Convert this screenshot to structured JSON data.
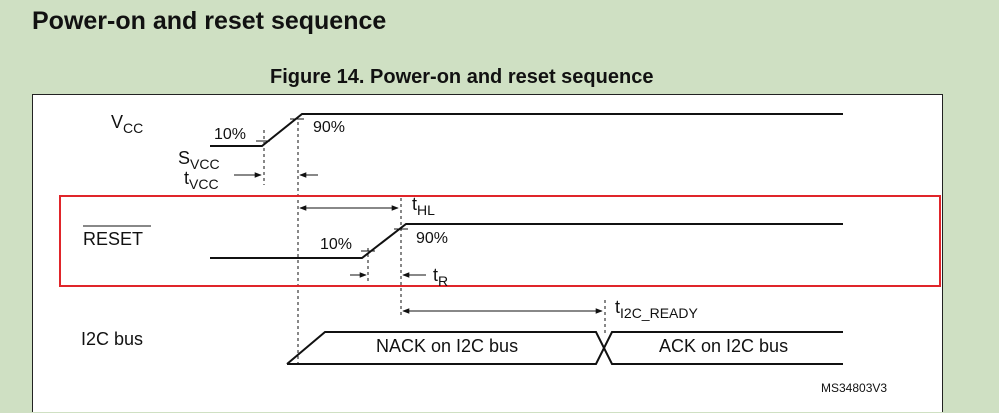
{
  "page": {
    "section_heading": "Power-on and reset sequence",
    "figure_caption": "Figure 14. Power-on and reset sequence"
  },
  "signals": {
    "vcc": {
      "base": "V",
      "sub": "CC",
      "low_pct": "10%",
      "high_pct": "90%"
    },
    "reset": {
      "label": "RESET",
      "low_pct": "10%",
      "high_pct": "90%"
    },
    "i2c": {
      "label": "I2C bus",
      "nack": "NACK on I2C bus",
      "ack": "ACK on I2C bus"
    }
  },
  "timings": {
    "svcc": {
      "base": "S",
      "sub": "VCC"
    },
    "tvcc": {
      "base": "t",
      "sub": "VCC"
    },
    "thl": {
      "base": "t",
      "sub": "HL"
    },
    "tr": {
      "base": "t",
      "sub": "R"
    },
    "ti2c_ready": {
      "base": "t",
      "sub": "I2C_READY"
    }
  },
  "figure_code": "MS34803V3",
  "colors": {
    "background": "#cfe0c3",
    "figure_bg": "#ffffff",
    "highlight": "#e0252a",
    "line": "#111111"
  }
}
